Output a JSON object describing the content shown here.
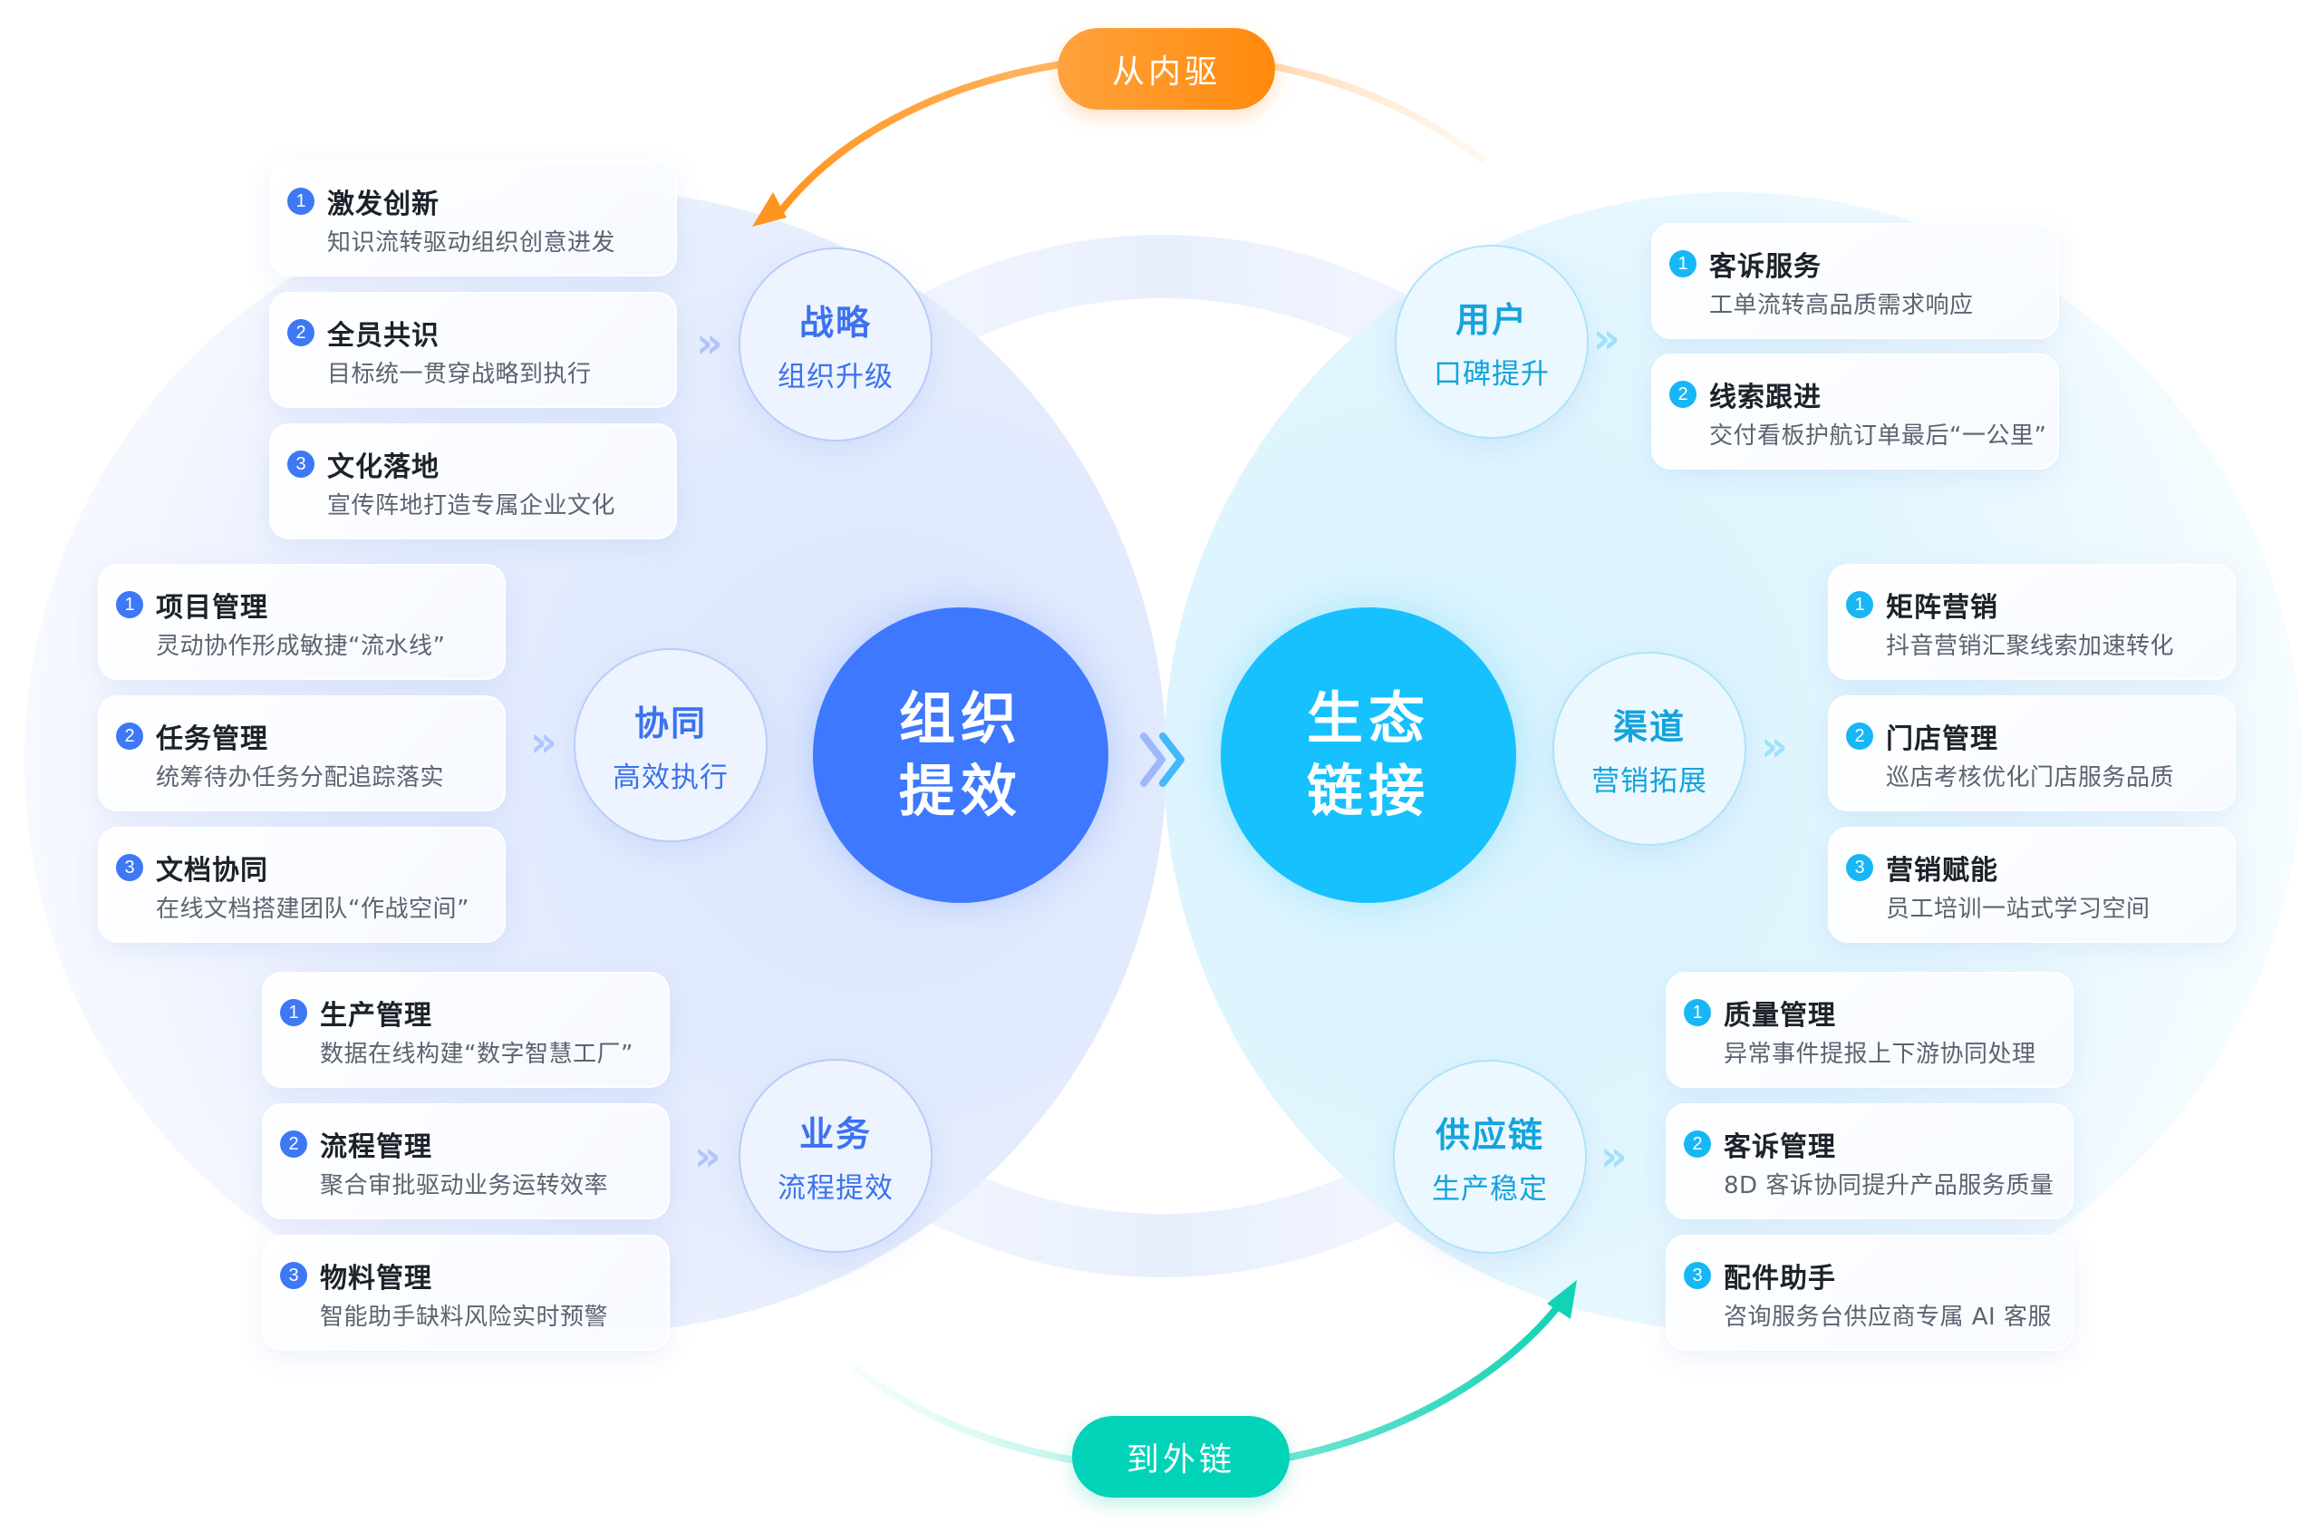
{
  "pills": {
    "top": "从内驱",
    "bottom": "到外链"
  },
  "colors": {
    "left_primary": "#3d78ff",
    "right_primary": "#16c1fd",
    "orange_arrow": "#ff9520",
    "green_arrow": "#12d3b4"
  },
  "left": {
    "main": {
      "line1": "组织",
      "line2": "提效"
    },
    "groups": [
      {
        "hub": {
          "title": "战略",
          "subtitle": "组织升级"
        },
        "items": [
          {
            "num": "1",
            "title": "激发创新",
            "desc": "知识流转驱动组织创意进发"
          },
          {
            "num": "2",
            "title": "全员共识",
            "desc": "目标统一贯穿战略到执行"
          },
          {
            "num": "3",
            "title": "文化落地",
            "desc": "宣传阵地打造专属企业文化"
          }
        ]
      },
      {
        "hub": {
          "title": "协同",
          "subtitle": "高效执行"
        },
        "items": [
          {
            "num": "1",
            "title": "项目管理",
            "desc": "灵动协作形成敏捷“流水线”"
          },
          {
            "num": "2",
            "title": "任务管理",
            "desc": "统筹待办任务分配追踪落实"
          },
          {
            "num": "3",
            "title": "文档协同",
            "desc": "在线文档搭建团队“作战空间”"
          }
        ]
      },
      {
        "hub": {
          "title": "业务",
          "subtitle": "流程提效"
        },
        "items": [
          {
            "num": "1",
            "title": "生产管理",
            "desc": "数据在线构建“数字智慧工厂”"
          },
          {
            "num": "2",
            "title": "流程管理",
            "desc": "聚合审批驱动业务运转效率"
          },
          {
            "num": "3",
            "title": "物料管理",
            "desc": "智能助手缺料风险实时预警"
          }
        ]
      }
    ]
  },
  "right": {
    "main": {
      "line1": "生态",
      "line2": "链接"
    },
    "groups": [
      {
        "hub": {
          "title": "用户",
          "subtitle": "口碑提升"
        },
        "items": [
          {
            "num": "1",
            "title": "客诉服务",
            "desc": "工单流转高品质需求响应"
          },
          {
            "num": "2",
            "title": "线索跟进",
            "desc": "交付看板护航订单最后“一公里”"
          }
        ]
      },
      {
        "hub": {
          "title": "渠道",
          "subtitle": "营销拓展"
        },
        "items": [
          {
            "num": "1",
            "title": "矩阵营销",
            "desc": "抖音营销汇聚线索加速转化"
          },
          {
            "num": "2",
            "title": "门店管理",
            "desc": "巡店考核优化门店服务品质"
          },
          {
            "num": "3",
            "title": "营销赋能",
            "desc": "员工培训一站式学习空间"
          }
        ]
      },
      {
        "hub": {
          "title": "供应链",
          "subtitle": "生产稳定"
        },
        "items": [
          {
            "num": "1",
            "title": "质量管理",
            "desc": "异常事件提报上下游协同处理"
          },
          {
            "num": "2",
            "title": "客诉管理",
            "desc": "8D 客诉协同提升产品服务质量"
          },
          {
            "num": "3",
            "title": "配件助手",
            "desc": "咨询服务台供应商专属 AI 客服"
          }
        ]
      }
    ]
  },
  "chevron_glyph": "»"
}
